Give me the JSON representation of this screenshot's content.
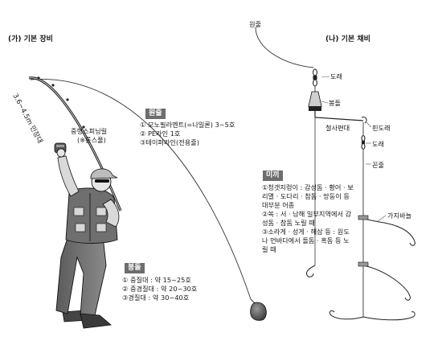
{
  "headers": {
    "left": "(가) 기본 장비",
    "right": "(나) 기본 채비"
  },
  "rod_label": "3.6~4.5m 민장대",
  "reel_label": {
    "line1": "중형스피닝릴",
    "line2": "(※롱스풀)"
  },
  "line_section": {
    "tag": "원줄",
    "items": [
      "① 모노필라멘트(=나일론) 3~5호",
      "② PE라인 1호",
      "③테이퍼라인(전용줄)"
    ]
  },
  "sinker_section": {
    "tag": "봉돌",
    "items": [
      "① 중질대 : 약 15~25호",
      "② 중경질대 : 약 20~30호",
      "③경질대 : 약 30~40호"
    ]
  },
  "bait_section": {
    "tag": "미끼",
    "lines": [
      "①청갯지렁이 : 감성돔 · 황어 · 보",
      "리멸 · 도다리 · 참돔 · 망둥이 등",
      "대부분 어종",
      "②쏙 : 서 · 남해 일부지역에서 감",
      "성돔 · 참돔 노릴 때",
      "③소라게 · 성게 · 해삼 등 : 원도",
      "나 먼바다에서 돌돔 · 혹돔 등 노",
      "릴 때"
    ]
  },
  "rig_labels": {
    "main_line": "원줄",
    "swivel_top": "도래",
    "sinker": "봉돌",
    "wire_arm": "철사편대",
    "pin_swivel": "핀도래",
    "swivel_mid": "도래",
    "leader": "꼰줄",
    "branch_line": "가지바늘"
  },
  "colors": {
    "tag_bg": "#6d6d6d",
    "ink": "#1a1a1a"
  }
}
